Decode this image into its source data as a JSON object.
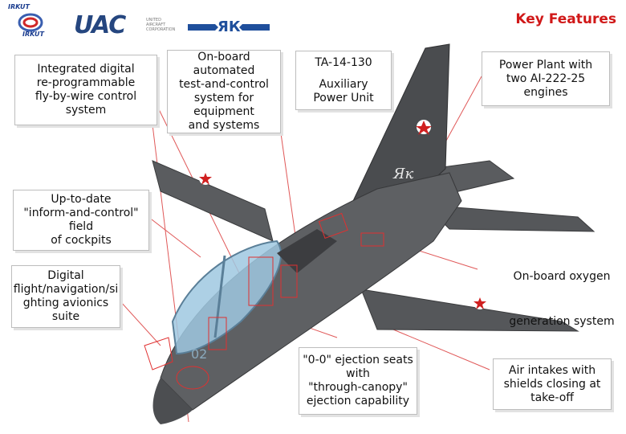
{
  "header": {
    "title": "Key Features",
    "logos": {
      "irkut_top": "IRKUT",
      "irkut_bottom": "IRKUT",
      "uac": "UAC",
      "uac_sub": [
        "UNITED",
        "AIRCRAFT",
        "CORPORATION"
      ],
      "yak": "ЯК"
    }
  },
  "features": {
    "fbw": "Integrated digital\nre-programmable\nfly-by-wire control\nsystem",
    "test_control": "On-board\nautomated\ntest-and-control\nsystem for\nequipment\nand systems",
    "apu_model": "TA-14-130",
    "apu_desc": "Auxiliary\nPower Unit",
    "power_plant": "Power Plant with\ntwo  AI-222-25\nengines",
    "cockpit": "Up-to-date\n\"inform-and-control\"\nfield\nof cockpits",
    "oxygen_line1": "On-board oxygen",
    "oxygen_line2": "generation system",
    "avionics": "Digital\nflight/navigation/si\nghting avionics\nsuite",
    "ejection": "\"0-0\" ejection seats\nwith\n\"through-canopy\"\nejection capability",
    "intakes": "Air intakes with\nshields closing at\ntake-off"
  },
  "aircraft": {
    "tail_mark": "Як",
    "nose_number": "02"
  },
  "colors": {
    "title_red": "#d01818",
    "airframe": "#55575a",
    "outline": "#e03030",
    "canopy": "#9fc8e0"
  }
}
